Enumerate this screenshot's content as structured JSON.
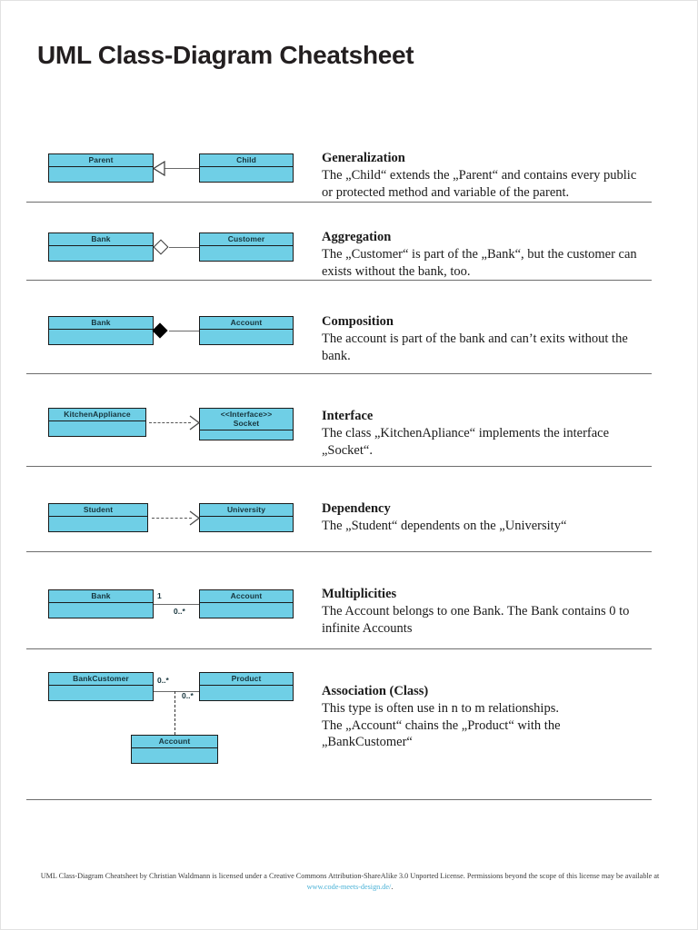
{
  "document": {
    "title": "UML Class-Diagram Cheatsheet"
  },
  "colors": {
    "class_box_fill": "#6fcfe6",
    "class_box_border": "#1b1b1b",
    "divider": "#6d6d6d",
    "link": "#49b1d6",
    "text": "#1a1a1a",
    "page_background": "#ffffff"
  },
  "sections": [
    {
      "key": "generalization",
      "title": "Generalization",
      "body": "The „Child“ extends the „Parent“ and contains every public or protected method and variable of the parent.",
      "relationship": "generalization",
      "connector_name": "hollow-triangle-arrow",
      "boxes": [
        {
          "name": "Parent",
          "role": "left"
        },
        {
          "name": "Child",
          "role": "right"
        }
      ],
      "multiplicities": []
    },
    {
      "key": "aggregation",
      "title": "Aggregation",
      "body": "The „Customer“ is part of the „Bank“, but the customer can exists without the bank, too.",
      "relationship": "aggregation",
      "connector_name": "hollow-diamond",
      "boxes": [
        {
          "name": "Bank",
          "role": "left"
        },
        {
          "name": "Customer",
          "role": "right"
        }
      ],
      "multiplicities": []
    },
    {
      "key": "composition",
      "title": "Composition",
      "body": "The account is part of the bank and can’t exits without the bank.",
      "relationship": "composition",
      "connector_name": "filled-diamond",
      "boxes": [
        {
          "name": "Bank",
          "role": "left"
        },
        {
          "name": "Account",
          "role": "right"
        }
      ],
      "multiplicities": []
    },
    {
      "key": "interface",
      "title": "Interface",
      "body": "The class „KitchenApliance“ implements the interface „Socket“.",
      "relationship": "realization",
      "connector_name": "dashed-open-arrow",
      "boxes": [
        {
          "name": "KitchenAppliance",
          "role": "left"
        },
        {
          "stereotype": "<<Interface>>",
          "name": "Socket",
          "role": "right"
        }
      ],
      "multiplicities": []
    },
    {
      "key": "dependency",
      "title": "Dependency",
      "body": "The „Student“ dependents on the „University“",
      "relationship": "dependency",
      "connector_name": "dashed-open-arrow",
      "boxes": [
        {
          "name": "Student",
          "role": "left"
        },
        {
          "name": "University",
          "role": "right"
        }
      ],
      "multiplicities": []
    },
    {
      "key": "multiplicities",
      "title": "Multiplicities",
      "body": "The Account belongs to one Bank. The Bank contains 0 to infinite Accounts",
      "relationship": "association",
      "connector_name": "plain-line",
      "boxes": [
        {
          "name": "Bank",
          "role": "left"
        },
        {
          "name": "Account",
          "role": "right"
        }
      ],
      "multiplicities": [
        "1",
        "0..*"
      ]
    },
    {
      "key": "association-class",
      "title": "Association (Class)",
      "body_lines": [
        "This type is often use in n to m relationships.",
        "The „Account“  chains the „Product“ with the",
        "„BankCustomer“"
      ],
      "relationship": "association-class",
      "connector_name": "plain-line-with-dashed-link",
      "boxes": [
        {
          "name": "BankCustomer",
          "role": "left"
        },
        {
          "name": "Product",
          "role": "right"
        },
        {
          "name": "Account",
          "role": "association-class"
        }
      ],
      "multiplicities": [
        "0..*",
        "0..*"
      ]
    }
  ],
  "footer": {
    "text_before_link": "UML Class-Diagram Cheatsheet by Christian Waldmann is licensed under a Creative Commons Attribution-ShareAlike 3.0 Unported License. Permissions beyond the scope of this license may be available at ",
    "link_text": "www.code-meets-design.de/",
    "text_after_link": "."
  }
}
